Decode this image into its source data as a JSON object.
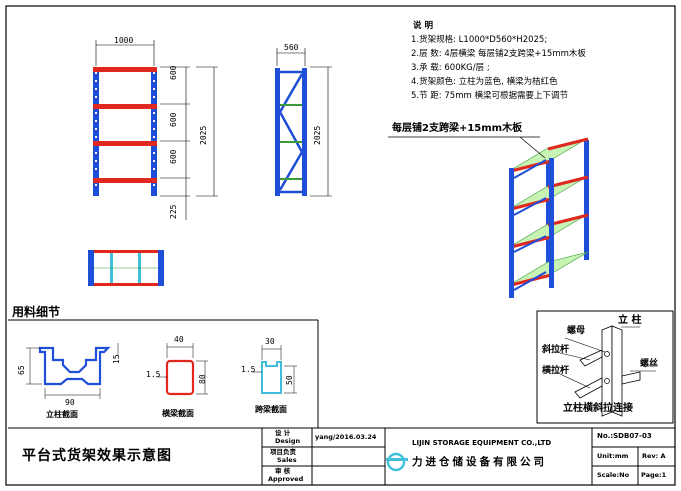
{
  "colors": {
    "upright": "#1f4fd8",
    "beam": "#e0281e",
    "brace": "#3a9a3a",
    "deck": "#c7f3b4",
    "tie": "#3fc0d8",
    "line": "#000000"
  },
  "front_view": {
    "width_dim": "1000",
    "level_dims": [
      "600",
      "600",
      "600"
    ],
    "bottom_dim": "225",
    "height_dim": "2025"
  },
  "side_view": {
    "depth_dim": "560",
    "height_dim": "2025"
  },
  "notes": {
    "heading": "说  明",
    "items": [
      "1.货架规格:  L1000*D560*H2025;",
      "2.层      数:  4层横梁 每层铺2支跨梁+15mm木板",
      "3.承      载:  600KG/层 ;",
      "4.货架颜色:  立柱为蓝色, 横梁为桔红色",
      "5.节      距:  75mm  横梁可根据需要上下调节"
    ]
  },
  "iso_callout": "每层铺2支跨梁+15mm木板",
  "material_section": {
    "title": "用料细节",
    "upright": {
      "label": "立柱截面",
      "dims": [
        "65",
        "15",
        "90"
      ]
    },
    "beam": {
      "label": "横梁截面",
      "dims": [
        "40",
        "1.5",
        "80"
      ]
    },
    "span": {
      "label": "跨梁截面",
      "dims": [
        "30",
        "1.5",
        "50"
      ]
    }
  },
  "connection": {
    "labels": [
      "螺母",
      "立 柱",
      "斜拉杆",
      "横拉杆",
      "螺丝"
    ],
    "caption": "立柱横斜拉连接"
  },
  "title_block": {
    "drawing_title": "平台式货架效果示意图",
    "design_label": "设 计",
    "design_label_en": "Design",
    "design_value": "yang/2016.03.24",
    "sales_label": "项目负责",
    "sales_label_en": "Sales",
    "approved_label": "审 核",
    "approved_label_en": "Approved",
    "company_en": "LIJIN STORAGE EQUIPMENT CO.,LTD",
    "company_cn": "力进仓储设备有限公司",
    "number": "No.:SDB07-03",
    "unit": "Unit:mm",
    "rev": "Rev: A",
    "scale": "Scale:No",
    "page": "Page:1"
  }
}
